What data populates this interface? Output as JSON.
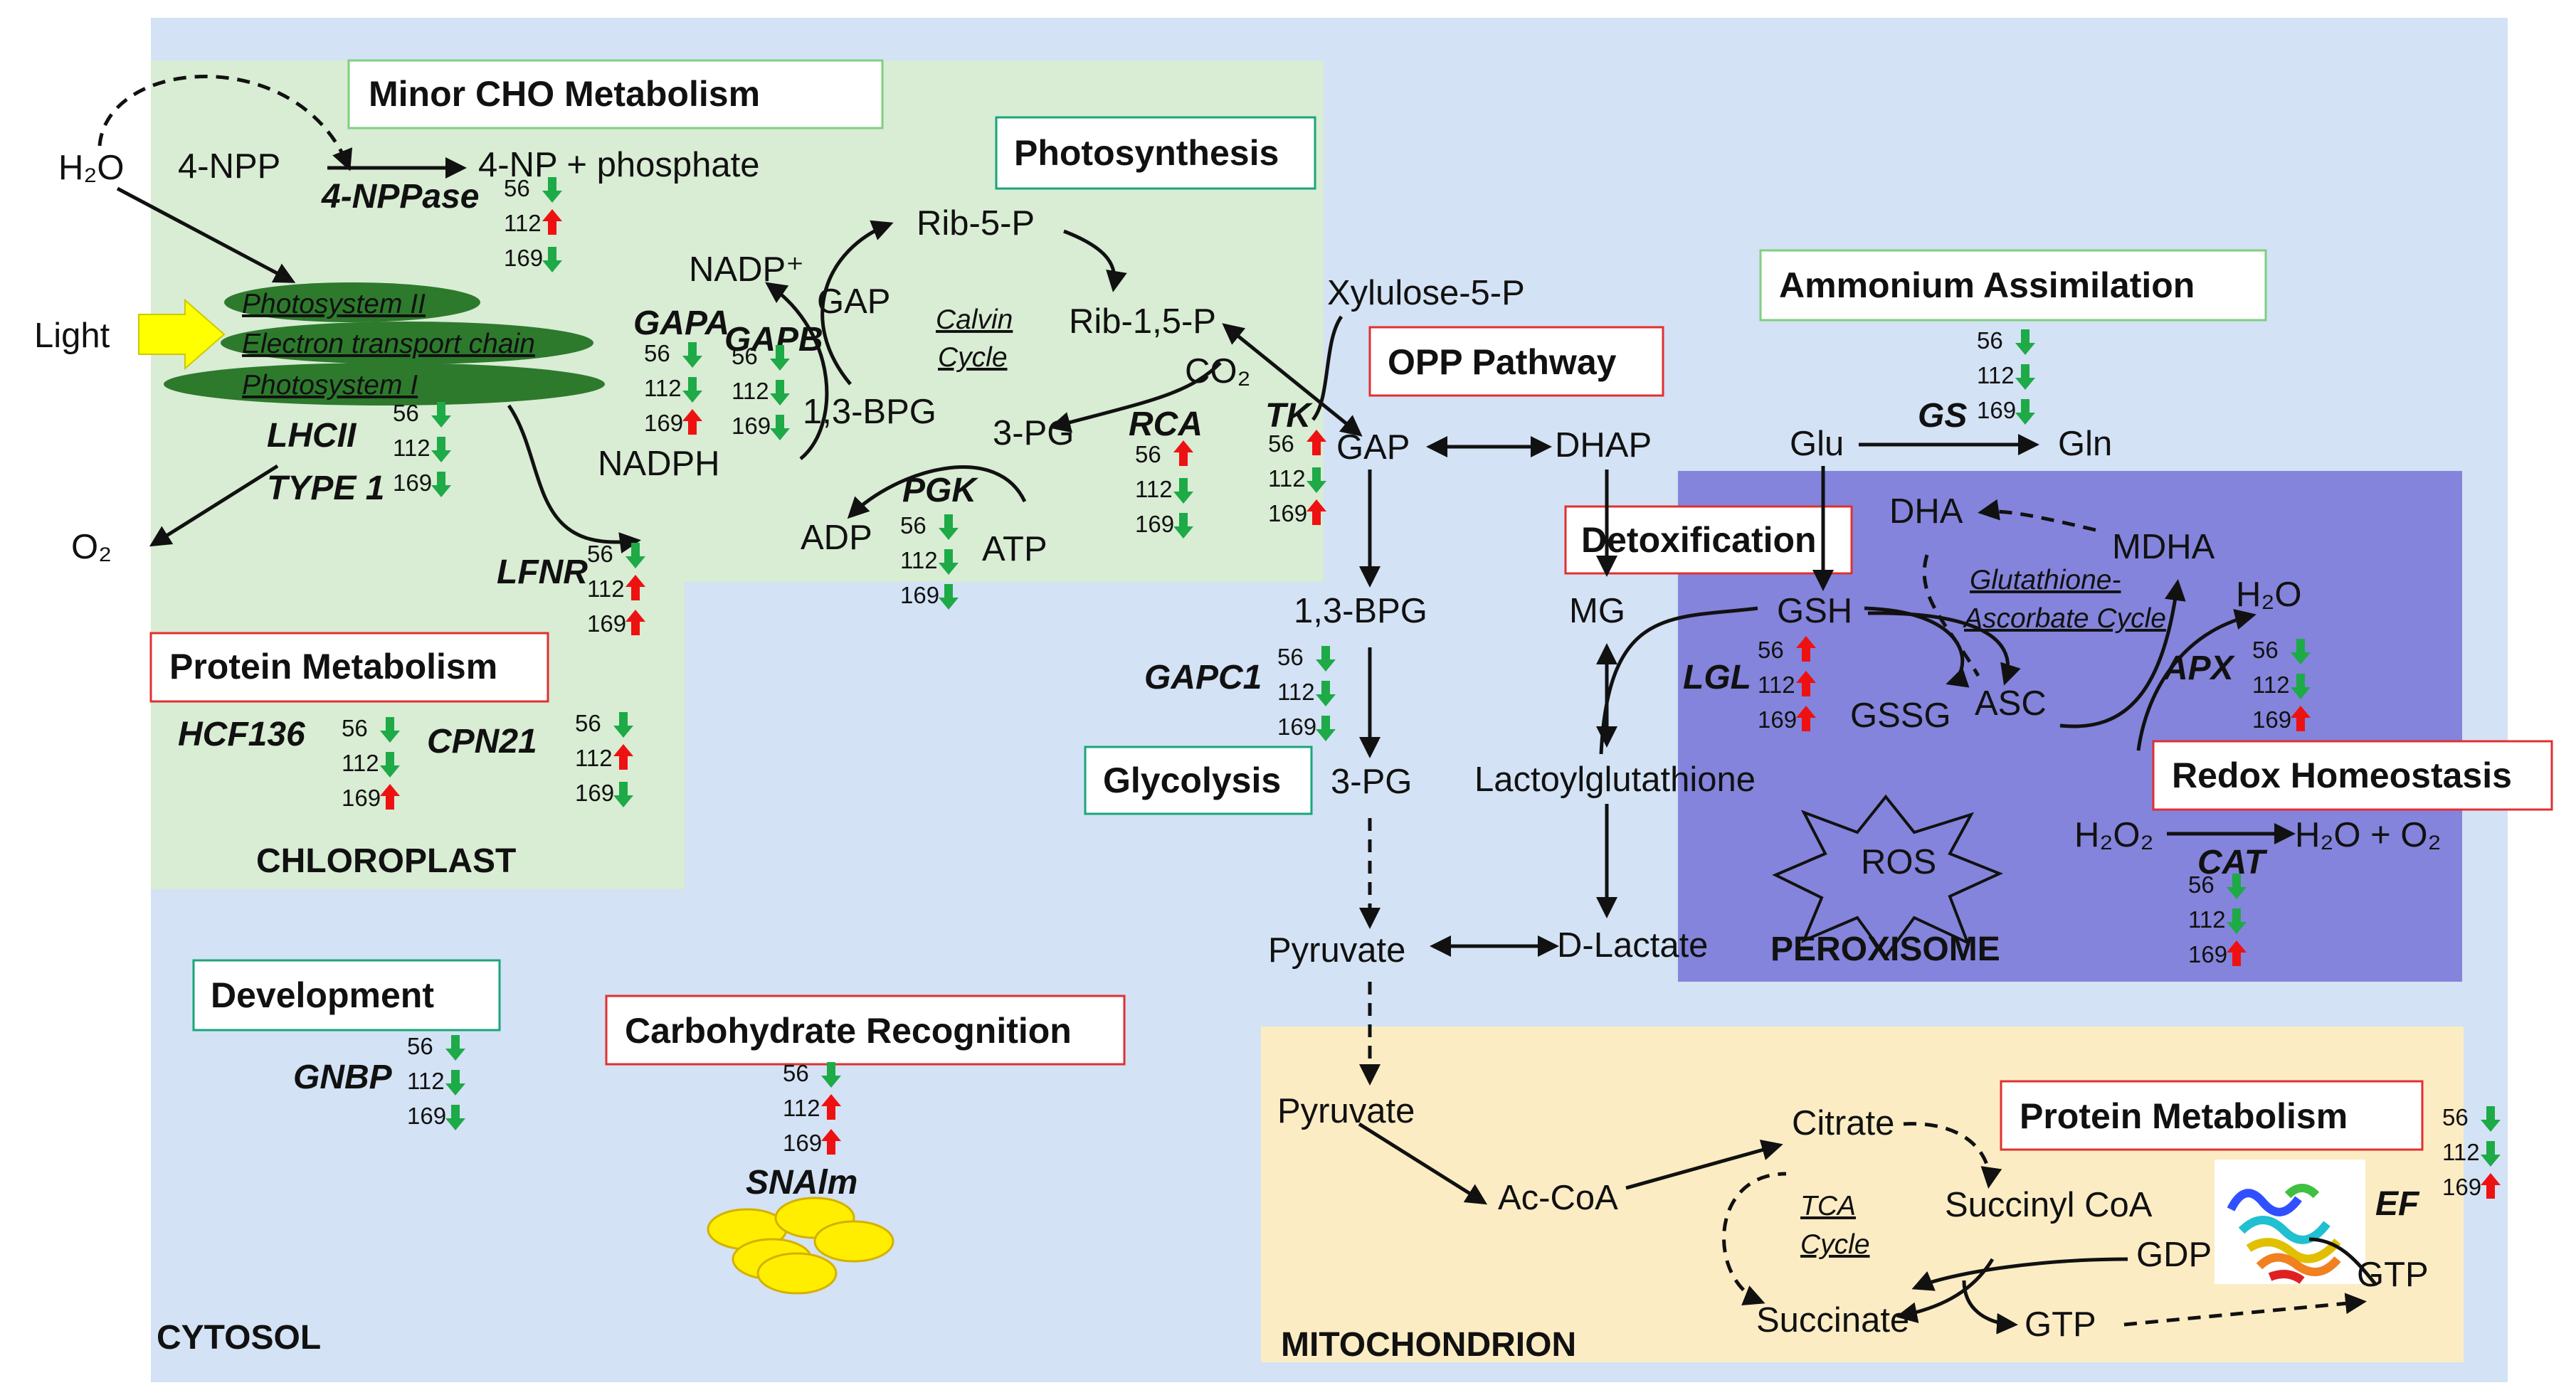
{
  "compartments": {
    "chloroplast": "CHLOROPLAST",
    "cytosol": "CYTOSOL",
    "peroxisome": "PEROXISOME",
    "mitochondrion": "MITOCHONDRION"
  },
  "process_titles": {
    "minor_cho": "Minor CHO Metabolism",
    "photosynthesis": "Photosynthesis",
    "ammonium": "Ammonium Assimilation",
    "opp": "OPP Pathway",
    "detox": "Detoxification",
    "protein_chloro": "Protein Metabolism",
    "glycolysis": "Glycolysis",
    "redox": "Redox Homeostasis",
    "development": "Development",
    "carb_recog": "Carbohydrate Recognition",
    "protein_mito": "Protein Metabolism"
  },
  "cycles": {
    "calvin_1": "Calvin",
    "calvin_2": "Cycle",
    "gsh_asc_1": "Glutathione-",
    "gsh_asc_2": "Ascorbate Cycle",
    "tca_1": "TCA",
    "tca_2": "Cycle"
  },
  "membrane_labels": {
    "ps2": "Photosystem II",
    "etc": "Electron transport chain",
    "ps1": "Photosystem I"
  },
  "metabolites": {
    "h2o_left": "H₂O",
    "four_npp": "4-NPP",
    "four_np": "4-NP + phosphate",
    "light": "Light",
    "o2": "O₂",
    "nadp": "NADP⁺",
    "nadph": "NADPH",
    "gap_calvin": "GAP",
    "rib5p": "Rib-5-P",
    "rib15p": "Rib-1,5-P",
    "co2": "CO₂",
    "bpg_calvin": "1,3-BPG",
    "pg3_calvin": "3-PG",
    "adp": "ADP",
    "atp": "ATP",
    "xylulose": "Xylulose-5-P",
    "gap": "GAP",
    "dhap": "DHAP",
    "bpg": "1,3-BPG",
    "pg3": "3-PG",
    "pyruvate": "Pyruvate",
    "mg": "MG",
    "lactoyl": "Lactoylglutathione",
    "dlactate": "D-Lactate",
    "glu": "Glu",
    "gln": "Gln",
    "dha": "DHA",
    "mdha": "MDHA",
    "gsh": "GSH",
    "gssg": "GSSG",
    "asc": "ASC",
    "h2o_right": "H₂O",
    "h2o2": "H₂O₂",
    "h2o_o2": "H₂O + O₂",
    "ros": "ROS",
    "pyruvate_mito": "Pyruvate",
    "acoa": "Ac-CoA",
    "citrate": "Citrate",
    "succoa": "Succinyl CoA",
    "gdp": "GDP",
    "succinate": "Succinate",
    "gtp": "GTP",
    "gtp_ef": "GTP"
  },
  "genes": {
    "nppase": "4-NPPase",
    "gapa": "GAPA",
    "gapb": "GAPB",
    "lhcii": "LHCII",
    "type1": "TYPE 1",
    "lfnr": "LFNR",
    "pgk": "PGK",
    "rca": "RCA",
    "tk": "TK",
    "gs": "GS",
    "gapc1": "GAPC1",
    "lgl": "LGL",
    "apx": "APX",
    "cat": "CAT",
    "hcf136": "HCF136",
    "cpn21": "CPN21",
    "gnbp": "GNBP",
    "snalm": "SNAlm",
    "ef": "EF"
  },
  "expression": {
    "timepoints": [
      "56",
      "112",
      "169"
    ],
    "up_color": "#ee1111",
    "down_color": "#1daa47",
    "nppase": [
      "down",
      "up",
      "down"
    ],
    "gapa": [
      "down",
      "down",
      "up"
    ],
    "gapb": [
      "down",
      "down",
      "down"
    ],
    "lhcii": [
      "down",
      "down",
      "down"
    ],
    "lfnr": [
      "down",
      "up",
      "up"
    ],
    "pgk": [
      "down",
      "down",
      "down"
    ],
    "rca": [
      "up",
      "down",
      "down"
    ],
    "tk": [
      "up",
      "down",
      "up"
    ],
    "gs": [
      "down",
      "down",
      "down"
    ],
    "gapc1": [
      "down",
      "down",
      "down"
    ],
    "lgl": [
      "up",
      "up",
      "up"
    ],
    "apx": [
      "down",
      "down",
      "up"
    ],
    "cat": [
      "down",
      "down",
      "up"
    ],
    "hcf136": [
      "down",
      "down",
      "up"
    ],
    "cpn21": [
      "down",
      "up",
      "down"
    ],
    "gnbp": [
      "down",
      "down",
      "down"
    ],
    "snalm": [
      "down",
      "up",
      "up"
    ],
    "ef": [
      "down",
      "down",
      "up"
    ]
  },
  "colors": {
    "cytosol_bg": "#d3e2f4",
    "chloroplast_bg": "#d9ecd4",
    "peroxisome_bg": "#8484dc",
    "mitochondrion_bg": "#fcecc4",
    "membrane_green": "#2d7a2d",
    "light_arrow": "#ffff00",
    "green_title_border": "#7fcf7f",
    "red_title_border": "#e03030",
    "teal_title_border": "#1aa57a"
  }
}
